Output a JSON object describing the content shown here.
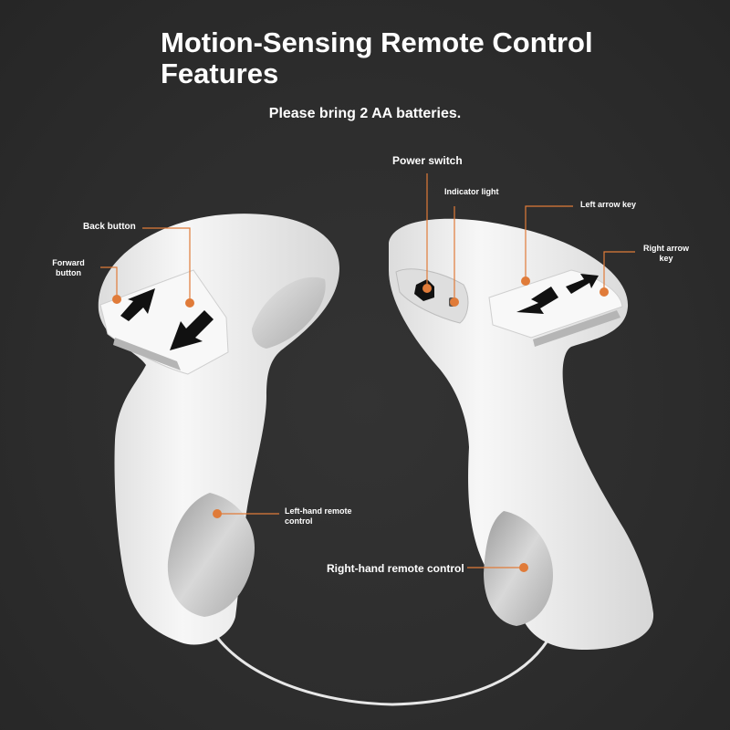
{
  "header": {
    "title": "Motion-Sensing Remote Control Features",
    "subtitle": "Please bring 2 AA batteries."
  },
  "callouts": {
    "back_button": "Back button",
    "forward_button": "Forward\nbutton",
    "power_switch": "Power switch",
    "indicator_light": "Indicator light",
    "left_arrow_key": "Left arrow key",
    "right_arrow_key": "Right arrow\nkey",
    "left_hand_remote": "Left-hand remote\ncontrol",
    "right_hand_remote": "Right-hand remote control"
  },
  "colors": {
    "background": "#2c2c2c",
    "accent": "#e07b39",
    "device": "#f2f2f2",
    "text": "#ffffff"
  }
}
